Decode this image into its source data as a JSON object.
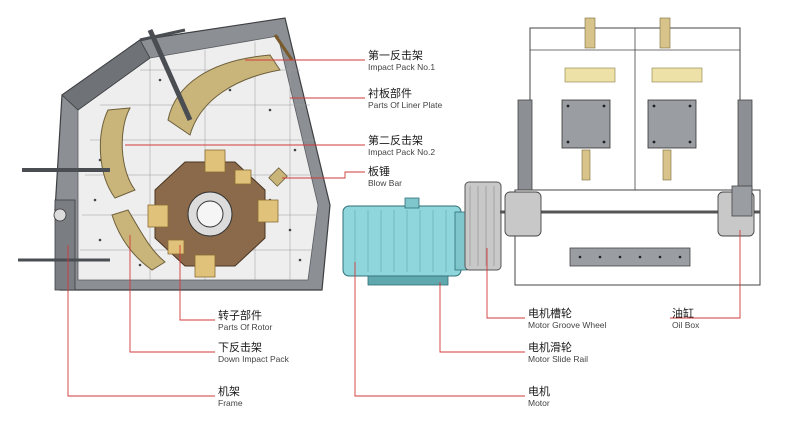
{
  "labels": {
    "impact_pack_1": {
      "zh": "第一反击架",
      "en": "Impact Pack No.1"
    },
    "liner_plate": {
      "zh": "衬板部件",
      "en": "Parts Of Liner Plate"
    },
    "impact_pack_2": {
      "zh": "第二反击架",
      "en": "Impact Pack No.2"
    },
    "blow_bar": {
      "zh": "板锤",
      "en": "Blow Bar"
    },
    "rotor": {
      "zh": "转子部件",
      "en": "Parts Of Rotor"
    },
    "down_impact_pack": {
      "zh": "下反击架",
      "en": "Down Impact Pack"
    },
    "frame": {
      "zh": "机架",
      "en": "Frame"
    },
    "motor_groove_wheel": {
      "zh": "电机槽轮",
      "en": "Motor Groove Wheel"
    },
    "motor_slide_rail": {
      "zh": "电机滑轮",
      "en": "Motor Slide Rail"
    },
    "motor": {
      "zh": "电机",
      "en": "Motor"
    },
    "oil_box": {
      "zh": "油缸",
      "en": "Oil Box"
    }
  },
  "colors": {
    "frame_gray": "#8c8f93",
    "frame_dark": "#55585c",
    "liner_light": "#eeeeee",
    "impact_tan": "#c9b47a",
    "rotor_brown": "#8a6a4a",
    "rotor_tan": "#e0c27a",
    "motor_teal": "#8fd6dc",
    "wheel_gray": "#c8c8c8",
    "leader_red": "#d23a3a"
  }
}
